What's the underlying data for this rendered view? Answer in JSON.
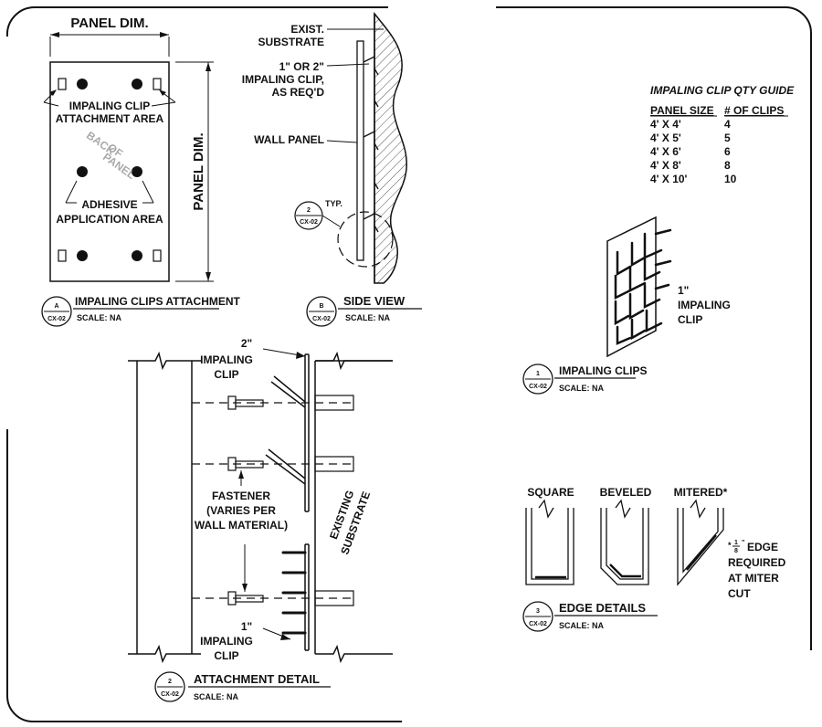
{
  "detail_a": {
    "panel_dim_top": "PANEL DIM.",
    "panel_dim_side": "PANEL DIM.",
    "clip_area_line1": "IMPALING CLIP",
    "clip_area_line2": "ATTACHMENT AREA",
    "back_line1": "BACK",
    "back_line2": "OF",
    "back_line3": "PANEL",
    "adhesive_line1": "ADHESIVE",
    "adhesive_line2": "APPLICATION AREA",
    "bubble_top": "A",
    "bubble_bottom": "CX-02",
    "title": "IMPALING CLIPS ATTACHMENT",
    "scale": "SCALE: NA"
  },
  "detail_b": {
    "substrate_line1": "EXIST.",
    "substrate_line2": "SUBSTRATE",
    "clip_line1": "1\" OR 2\"",
    "clip_line2": "IMPALING CLIP,",
    "clip_line3": "AS REQ'D",
    "wall_panel": "WALL PANEL",
    "ref_bubble_top": "2",
    "ref_bubble_bottom": "CX-02",
    "typ": "TYP.",
    "bubble_top": "B",
    "bubble_bottom": "CX-02",
    "title": "SIDE VIEW",
    "scale": "SCALE: NA"
  },
  "guide": {
    "title": "IMPALING CLIP QTY GUIDE",
    "col_size": "PANEL SIZE",
    "col_clips": "# OF CLIPS",
    "rows": [
      {
        "size": "4' X 4'",
        "clips": "4"
      },
      {
        "size": "4' X 5'",
        "clips": "5"
      },
      {
        "size": "4' X 6'",
        "clips": "6"
      },
      {
        "size": "4' X 8'",
        "clips": "8"
      },
      {
        "size": "4' X 10'",
        "clips": "10"
      }
    ]
  },
  "detail_1": {
    "label_line1": "1\"",
    "label_line2": "IMPALING",
    "label_line3": "CLIP",
    "bubble_top": "1",
    "bubble_bottom": "CX-02",
    "title": "IMPALING CLIPS",
    "scale": "SCALE: NA"
  },
  "detail_2": {
    "clip2_line1": "2\"",
    "clip2_line2": "IMPALING",
    "clip2_line3": "CLIP",
    "fastener_line1": "FASTENER",
    "fastener_line2": "(VARIES PER",
    "fastener_line3": "WALL MATERIAL)",
    "existing_line1": "EXISTING",
    "existing_line2": "SUBSTRATE",
    "clip1_line1": "1\"",
    "clip1_line2": "IMPALING",
    "clip1_line3": "CLIP",
    "bubble_top": "2",
    "bubble_bottom": "CX-02",
    "title": "ATTACHMENT DETAIL",
    "scale": "SCALE: NA"
  },
  "detail_3": {
    "square": "SQUARE",
    "beveled": "BEVELED",
    "mitered": "MITERED*",
    "note_line1": "EDGE",
    "note_line2": "REQUIRED",
    "note_line3": "AT MITER",
    "note_line4": "CUT",
    "bubble_top": "3",
    "bubble_bottom": "CX-02",
    "title": "EDGE DETAILS",
    "scale": "SCALE: NA"
  }
}
